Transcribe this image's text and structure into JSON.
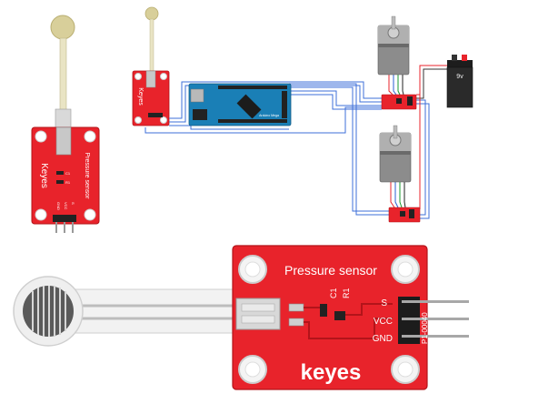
{
  "small_module": {
    "brand": "Keyes",
    "title": "Pressure sensor",
    "component_labels": [
      "C1",
      "R1"
    ],
    "pins": [
      "S",
      "VCC",
      "GND"
    ]
  },
  "mid_module": {
    "brand": "Keyes"
  },
  "arduino": {
    "brand": "Arduino Mega"
  },
  "battery": {
    "label": "9v"
  },
  "large_module": {
    "title": "Pressure sensor",
    "brand": "keyes",
    "component_labels": [
      "C1",
      "R1"
    ],
    "pins": [
      "S",
      "VCC",
      "GND"
    ],
    "part_number": "P1-00040"
  },
  "colors": {
    "board_red": "#e8232b",
    "board_dark_red": "#b3141a",
    "arduino_blue": "#1a7fb6",
    "wire_blue": "#3d6fd9",
    "motor_gray": "#8c8c8c",
    "sensor_gold": "#d8cf9a"
  }
}
